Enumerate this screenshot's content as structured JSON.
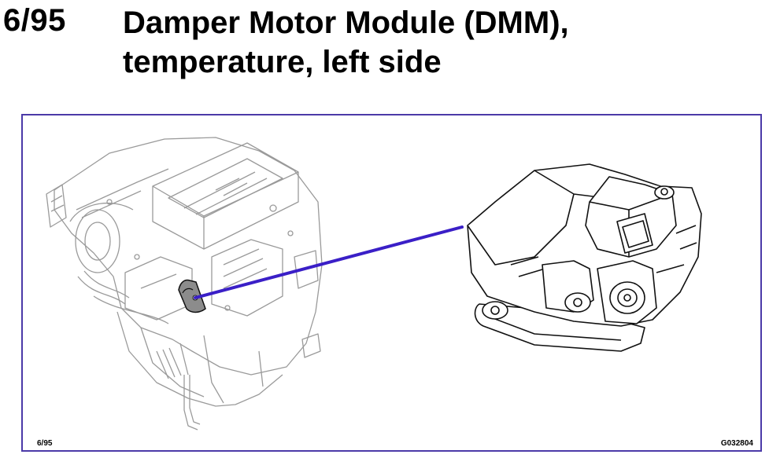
{
  "header": {
    "page_number": "6/95",
    "title_line1": "Damper Motor Module (DMM),",
    "title_line2": "temperature, left side"
  },
  "figure": {
    "footer_left": "6/95",
    "footer_right": "G032804",
    "frame_color": "#4b3aa8",
    "leader_color": "#3a1fc7",
    "line_color": "#9a9a9a",
    "detail_line_color": "#111111"
  }
}
